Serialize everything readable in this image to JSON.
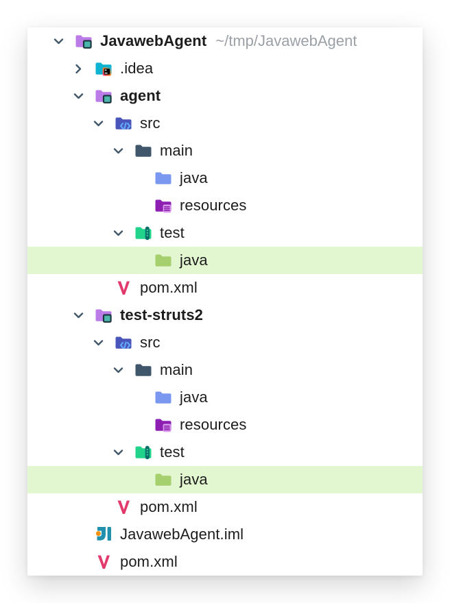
{
  "panel": {
    "kind": "project-tree",
    "selection_highlight": "#e2f6cf"
  },
  "colors": {
    "chevron": "#41586b",
    "label": "#1c1c1c",
    "path_suffix": "#9ba0a6",
    "highlight_row": "#e2f6cf",
    "module_folder": "#bb7ce8",
    "module_badge": "#4db6ac",
    "module_badge_border": "#18333c",
    "idea_folder": "#0fb3d2",
    "idea_badge_pink": "#ff318c",
    "idea_badge_orange": "#fc801d",
    "idea_badge_blue": "#07c3f2",
    "sources_folder": "#4a55bb",
    "sources_badge": "#62aaf8",
    "plain_folder": "#3f566b",
    "java_folder": "#7b98f0",
    "resources_folder": "#8d1fb3",
    "resources_badge": "#d79bea",
    "test_folder": "#22d38b",
    "test_tube": "#0b6e68",
    "test_tube_dots": "#3fd0a0",
    "test_java_folder": "#a6cf6e",
    "maven": "#e23a6d",
    "iml_teal": "#2191ad",
    "iml_orange": "#f29111"
  },
  "tree": {
    "rows": [
      {
        "label": "JavawebAgent",
        "suffix": "~/tmp/JavawebAgent",
        "level": 0,
        "icon": "module-folder",
        "chevron": "down",
        "bold": true,
        "highlighted": false
      },
      {
        "label": ".idea",
        "level": 1,
        "icon": "idea-folder",
        "chevron": "right",
        "bold": false,
        "highlighted": false
      },
      {
        "label": "agent",
        "level": 1,
        "icon": "module-folder",
        "chevron": "down",
        "bold": true,
        "highlighted": false
      },
      {
        "label": "src",
        "level": 2,
        "icon": "sources-root-folder",
        "chevron": "down",
        "bold": false,
        "highlighted": false
      },
      {
        "label": "main",
        "level": 3,
        "icon": "plain-folder",
        "chevron": "down",
        "bold": false,
        "highlighted": false
      },
      {
        "label": "java",
        "level": 4,
        "icon": "java-folder",
        "chevron": "none",
        "bold": false,
        "highlighted": false
      },
      {
        "label": "resources",
        "level": 4,
        "icon": "resources-folder",
        "chevron": "none",
        "bold": false,
        "highlighted": false
      },
      {
        "label": "test",
        "level": 3,
        "icon": "test-root-folder",
        "chevron": "down",
        "bold": false,
        "highlighted": false
      },
      {
        "label": "java",
        "level": 4,
        "icon": "test-java-folder",
        "chevron": "none",
        "bold": false,
        "highlighted": true
      },
      {
        "label": "pom.xml",
        "level": 2,
        "icon": "maven-file",
        "chevron": "none",
        "bold": false,
        "highlighted": false
      },
      {
        "label": "test-struts2",
        "level": 1,
        "icon": "module-folder",
        "chevron": "down",
        "bold": true,
        "highlighted": false
      },
      {
        "label": "src",
        "level": 2,
        "icon": "sources-root-folder",
        "chevron": "down",
        "bold": false,
        "highlighted": false
      },
      {
        "label": "main",
        "level": 3,
        "icon": "plain-folder",
        "chevron": "down",
        "bold": false,
        "highlighted": false
      },
      {
        "label": "java",
        "level": 4,
        "icon": "java-folder",
        "chevron": "none",
        "bold": false,
        "highlighted": false
      },
      {
        "label": "resources",
        "level": 4,
        "icon": "resources-folder",
        "chevron": "none",
        "bold": false,
        "highlighted": false
      },
      {
        "label": "test",
        "level": 3,
        "icon": "test-root-folder",
        "chevron": "down",
        "bold": false,
        "highlighted": false
      },
      {
        "label": "java",
        "level": 4,
        "icon": "test-java-folder",
        "chevron": "none",
        "bold": false,
        "highlighted": true
      },
      {
        "label": "pom.xml",
        "level": 2,
        "icon": "maven-file",
        "chevron": "none",
        "bold": false,
        "highlighted": false
      },
      {
        "label": "JavawebAgent.iml",
        "level": 1,
        "icon": "iml-file",
        "chevron": "none",
        "bold": false,
        "highlighted": false
      },
      {
        "label": "pom.xml",
        "level": 1,
        "icon": "maven-file",
        "chevron": "none",
        "bold": false,
        "highlighted": false
      }
    ]
  }
}
